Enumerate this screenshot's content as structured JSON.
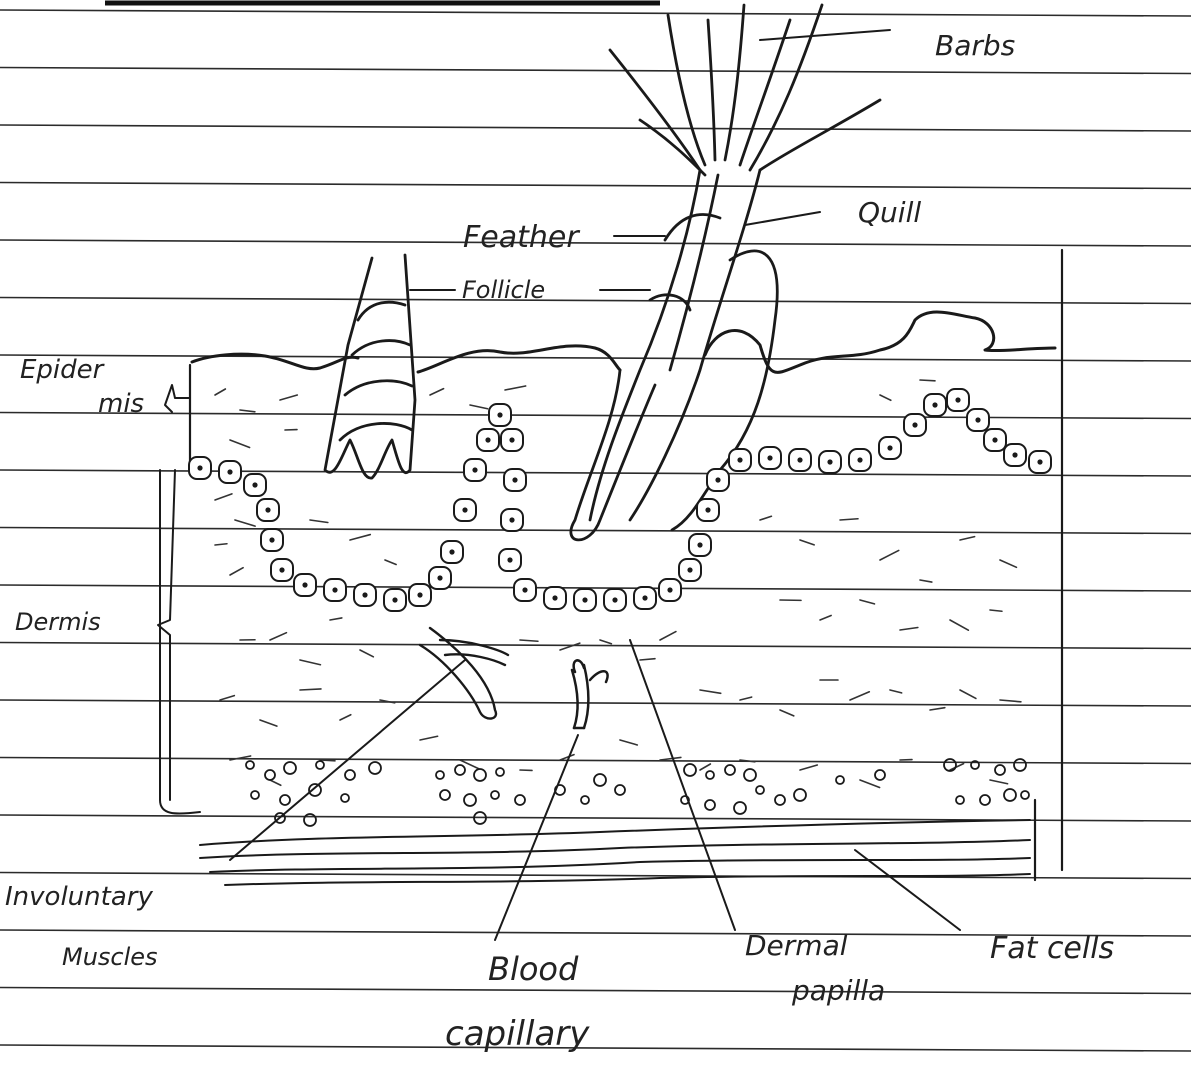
{
  "page": {
    "paper_color": "#ffffff",
    "ink_color": "#1a1a1a"
  },
  "labels": {
    "barbs": "Barbs",
    "quill": "Quill",
    "feather": "Feather",
    "follicle": "Follicle",
    "epidermis_line1": "Epider",
    "epidermis_line2": "mis",
    "dermis": "Dermis",
    "involuntary_line1": "Involuntary",
    "involuntary_line2": "Muscles",
    "blood_line1": "Blood",
    "blood_line2": "capillary",
    "dermal_line1": "Dermal",
    "dermal_line2": "papilla",
    "fat_cells": "Fat cells"
  }
}
